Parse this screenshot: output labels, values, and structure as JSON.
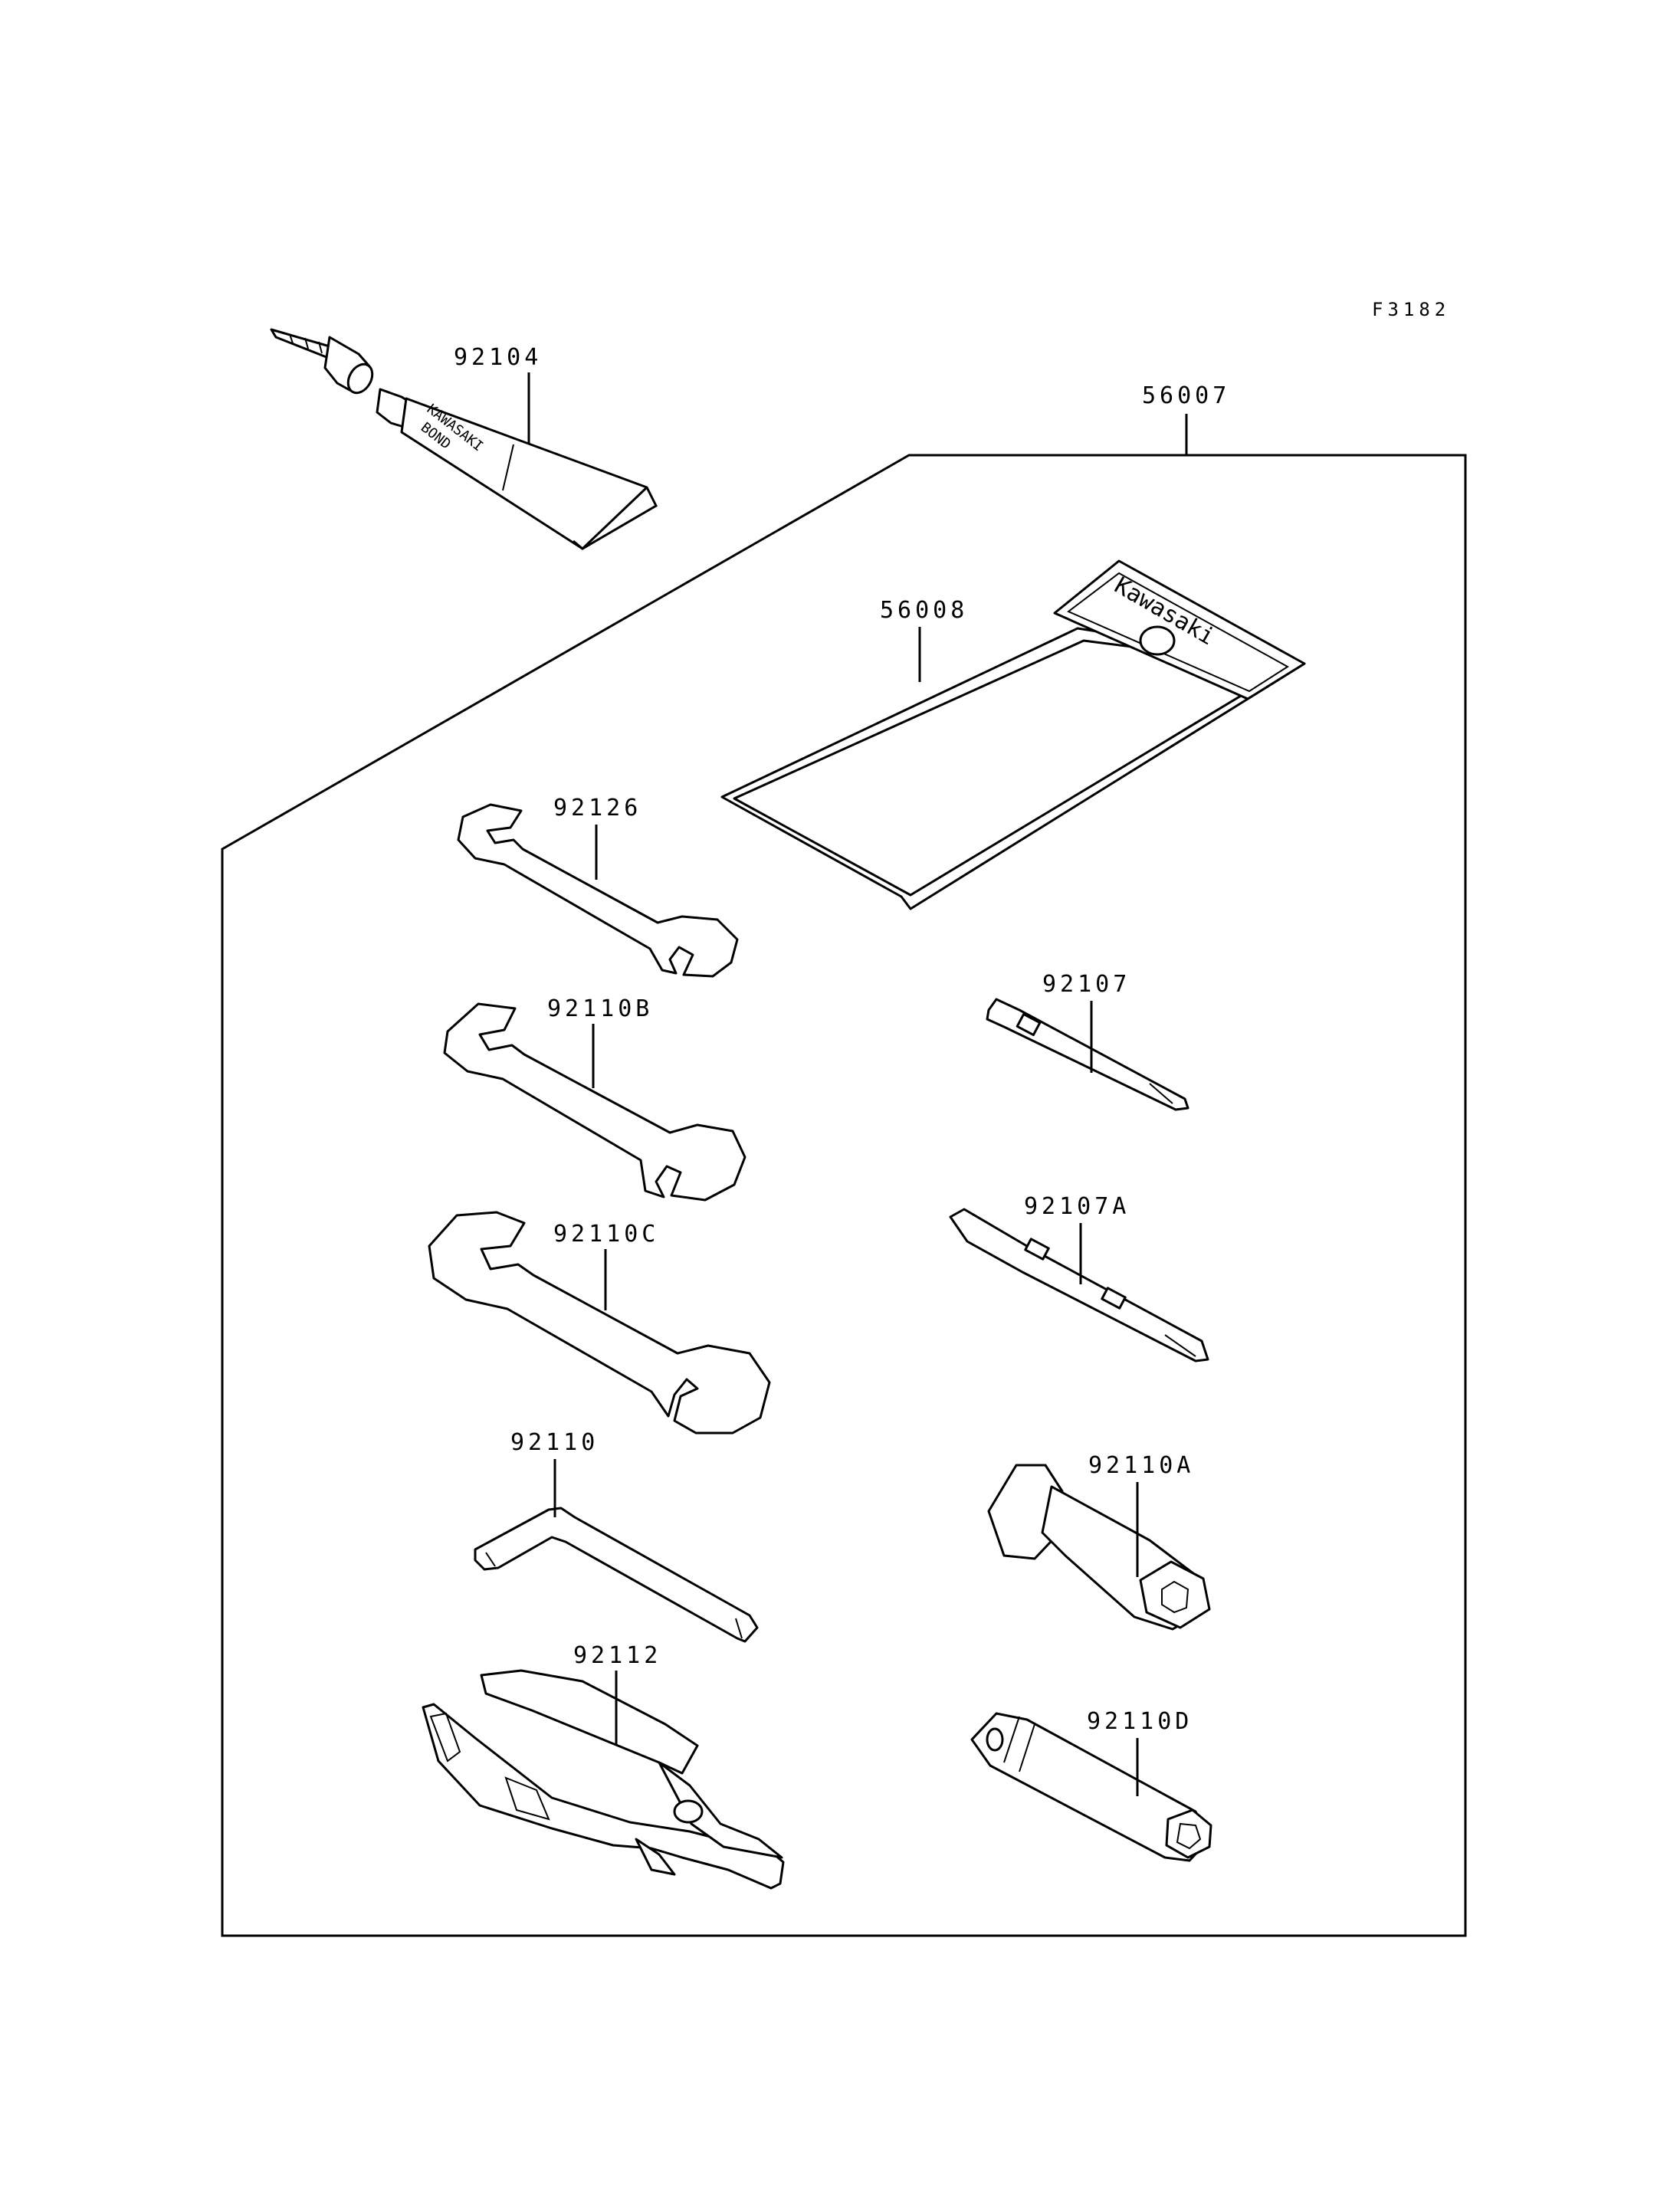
{
  "diagram": {
    "figure_code": "F3182",
    "kit_label": "56007",
    "parts": [
      {
        "id": "92104",
        "name": "bond-tube"
      },
      {
        "id": "56008",
        "name": "tool-pouch"
      },
      {
        "id": "92126",
        "name": "open-end-wrench-small"
      },
      {
        "id": "92110B",
        "name": "open-end-wrench-medium"
      },
      {
        "id": "92110C",
        "name": "open-end-wrench-large"
      },
      {
        "id": "92110",
        "name": "hex-key"
      },
      {
        "id": "92112",
        "name": "pliers"
      },
      {
        "id": "92107",
        "name": "screwdriver-bit"
      },
      {
        "id": "92107A",
        "name": "double-screwdriver-bit"
      },
      {
        "id": "92110A",
        "name": "box-spanner"
      },
      {
        "id": "92110D",
        "name": "tubular-spanner"
      }
    ],
    "tube_print": [
      "KAWASAKI",
      "BOND"
    ],
    "pouch_print": "Kawasaki"
  }
}
